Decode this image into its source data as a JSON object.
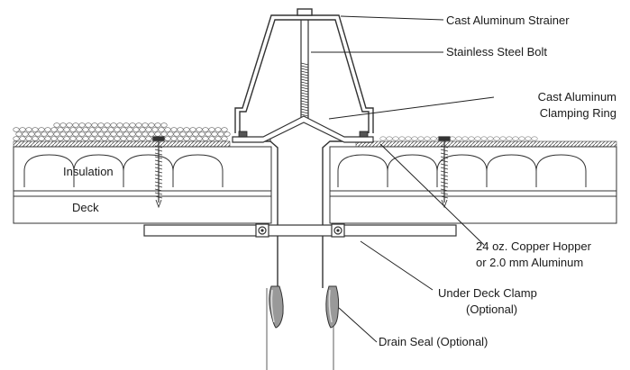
{
  "labels": {
    "strainer": "Cast Aluminum Strainer",
    "bolt": "Stainless Steel Bolt",
    "ring_line1": "Cast Aluminum",
    "ring_line2": "Clamping Ring",
    "insulation": "Insulation",
    "deck": "Deck",
    "hopper_line1": "24 oz. Copper Hopper",
    "hopper_line2": "or 2.0 mm Aluminum",
    "clamp_line1": "Under Deck Clamp",
    "clamp_line2": "(Optional)",
    "seal": "Drain Seal (Optional)"
  },
  "colors": {
    "line": "#333333",
    "surface": "#ffffff",
    "gravel": "#cfcfcf"
  }
}
